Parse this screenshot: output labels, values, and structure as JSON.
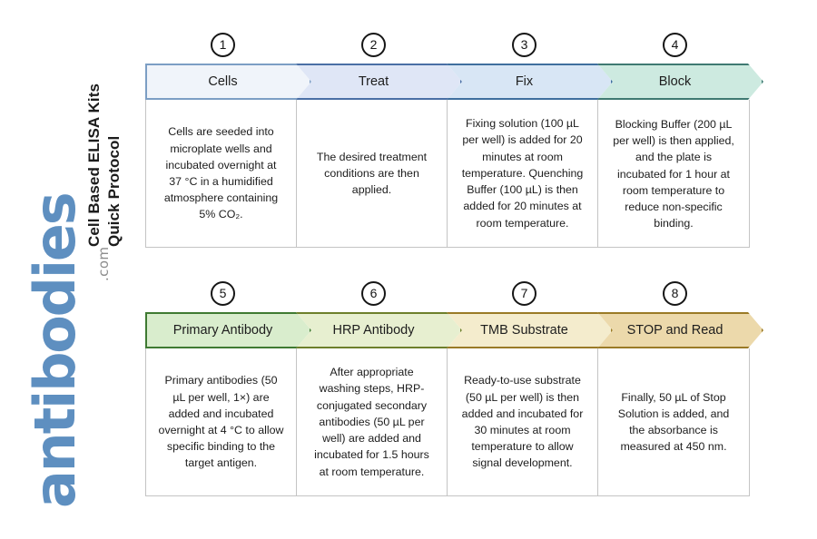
{
  "brand": {
    "logo_text": "antibodies",
    "tld_text": ".com"
  },
  "title": {
    "line1": "Cell Based ELISA Kits",
    "line2": "Quick Protocol"
  },
  "colors": {
    "step1_fill": "#f0f4fa",
    "step1_stroke": "#7c9ec4",
    "step2_fill": "#dfe6f6",
    "step2_stroke": "#4a6fa5",
    "step3_fill": "#d8e6f5",
    "step3_stroke": "#3f6f9e",
    "step4_fill": "#cdeae0",
    "step4_stroke": "#3f7a72",
    "step5_fill": "#d9edcd",
    "step5_stroke": "#3f7a32",
    "step6_fill": "#e7efd0",
    "step6_stroke": "#6d7f2b",
    "step7_fill": "#f4eccd",
    "step7_stroke": "#9a7a26",
    "step8_fill": "#ecd9ab",
    "step8_stroke": "#9a7a26",
    "grid_border": "#c4c4c4",
    "badge_stroke": "#161616",
    "brand_blue": "#5e8fc0",
    "brand_gray": "#8d8d8d"
  },
  "rows": [
    {
      "steps": [
        {
          "number": "1",
          "label": "Cells",
          "description": "Cells are seeded into microplate wells and incubated overnight at 37 °C in a humidified atmosphere containing 5% CO₂."
        },
        {
          "number": "2",
          "label": "Treat",
          "description": "The desired treatment conditions are then applied."
        },
        {
          "number": "3",
          "label": "Fix",
          "description": "Fixing solution (100 µL per well) is added for 20 minutes at room temperature. Quenching Buffer (100 µL) is then added for 20 minutes at room temperature."
        },
        {
          "number": "4",
          "label": "Block",
          "description": "Blocking Buffer (200 µL per well) is then applied, and the plate is incubated for 1 hour at room temperature to reduce non-specific binding."
        }
      ]
    },
    {
      "steps": [
        {
          "number": "5",
          "label": "Primary Antibody",
          "description": "Primary antibodies (50 µL per well, 1×) are added and incubated overnight at 4 °C to allow specific binding to the target antigen."
        },
        {
          "number": "6",
          "label": "HRP Antibody",
          "description": "After appropriate washing steps, HRP-conjugated secondary antibodies (50 µL per well) are added and incubated for 1.5 hours at room temperature."
        },
        {
          "number": "7",
          "label": "TMB Substrate",
          "description": "Ready-to-use substrate (50 µL per well) is then added and incubated for 30 minutes at room temperature to allow signal development."
        },
        {
          "number": "8",
          "label": "STOP and Read",
          "description": "Finally, 50 µL of Stop Solution is added, and the absorbance is measured at 450 nm."
        }
      ]
    }
  ]
}
